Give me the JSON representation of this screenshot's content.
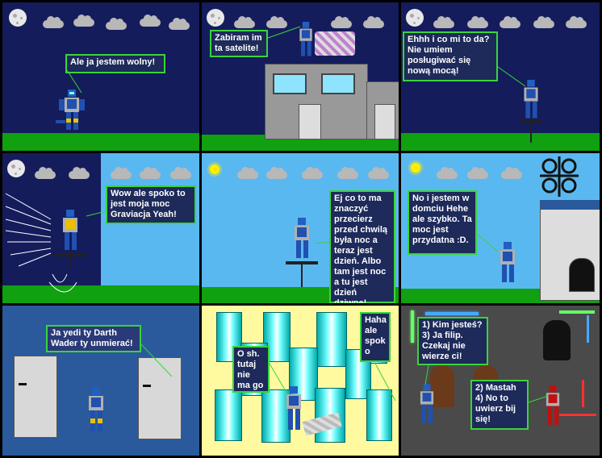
{
  "comic": {
    "panels": [
      {
        "id": 1,
        "bubbles": [
          "Ale ja jestem wolny!"
        ]
      },
      {
        "id": 2,
        "bubbles": [
          "Zabiram im\nta satelite!"
        ]
      },
      {
        "id": 3,
        "bubbles": [
          "Ehhh i co mi to da?\nNie umiem\nposługiwać się\nnową mocą!"
        ]
      },
      {
        "id": 4,
        "bubbles": [
          "Wow ale spoko to\njest moja moc\nGraviacja Yeah!"
        ]
      },
      {
        "id": 5,
        "bubbles": [
          "Ej co to ma\nznaczyć\nprzecierz\nprzed chwilą\nbyła noc a\nteraz jest\ndzień. Albo\ntam jest noc\na tu jest\ndzień dziwne!"
        ]
      },
      {
        "id": 6,
        "bubbles": [
          "No i jestem w\ndomciu Hehe\nale szybko. Ta\nmoc jest\nprzydatna :D."
        ]
      },
      {
        "id": 7,
        "bubbles": [
          "Ja yedi ty Darth\nWader ty unmierać!"
        ]
      },
      {
        "id": 8,
        "bubbles": [
          "O sh.\ntutaj\nnie\nma go",
          "Haha\nale\nspok\no"
        ]
      },
      {
        "id": 9,
        "bubbles": [
          "1) Kim jesteś?\n3) Ja filip.\nCzekaj nie\nwierze ci!",
          "2) Mastah\n4) No to\nuwierz bij\nsię!"
        ]
      }
    ]
  },
  "colors": {
    "night_sky": "#141c5c",
    "day_sky": "#5ab8f0",
    "grass": "#10a010",
    "bubble_border": "#3ad43a",
    "bubble_fill": "#1d2a5a",
    "room_blue": "#2a5a9c",
    "room_yellow": "#fffaa0",
    "room_gray": "#4a4a4a"
  },
  "icons": [
    "moon-icon",
    "cloud-icon",
    "sun-icon",
    "robot-figure",
    "satellite-icon",
    "lightsaber-icon",
    "hooded-figure"
  ]
}
